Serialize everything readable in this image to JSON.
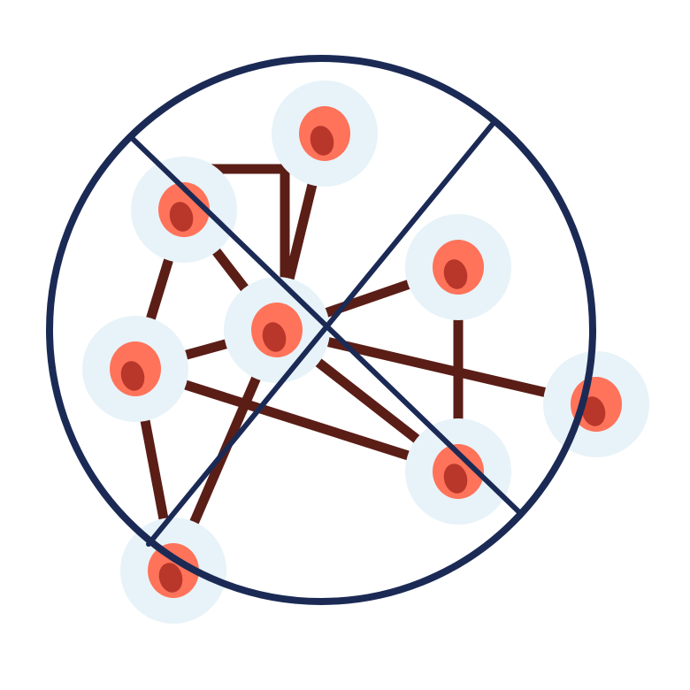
{
  "figure": {
    "icon": "no-cell-network-icon",
    "colors": {
      "background": "#ffffff",
      "ban_stroke": "#1b2a55",
      "link": "#5a1e17",
      "cell_halo": "#e7f3f8",
      "cell_body": "#ff735a",
      "cell_nucleus": "#b9372a"
    },
    "nodes": [
      {
        "id": "n-top"
      },
      {
        "id": "n-upper-left"
      },
      {
        "id": "n-right-upper"
      },
      {
        "id": "n-center"
      },
      {
        "id": "n-left"
      },
      {
        "id": "n-far-right"
      },
      {
        "id": "n-lower-right"
      },
      {
        "id": "n-bottom-left"
      }
    ],
    "links": [
      {
        "from": "n-top",
        "to": "n-center"
      },
      {
        "from": "n-upper-left",
        "to": "n-center"
      },
      {
        "from": "n-upper-left",
        "to": "n-left"
      },
      {
        "from": "n-left",
        "to": "n-center"
      },
      {
        "from": "n-center",
        "to": "n-right-upper"
      },
      {
        "from": "n-center",
        "to": "n-far-right"
      },
      {
        "from": "n-center",
        "to": "n-lower-right"
      },
      {
        "from": "n-center",
        "to": "n-bottom-left"
      },
      {
        "from": "n-left",
        "to": "n-lower-right"
      },
      {
        "from": "n-left",
        "to": "n-bottom-left"
      },
      {
        "from": "n-right-upper",
        "to": "n-lower-right"
      }
    ]
  }
}
